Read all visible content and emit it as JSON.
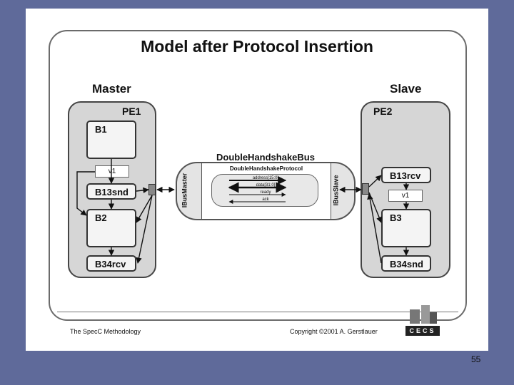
{
  "slide": {
    "title": "Model after Protocol Insertion",
    "master_label": "Master",
    "slave_label": "Slave",
    "pe1": {
      "label": "PE1",
      "blocks": [
        "B1",
        "B13snd",
        "B2",
        "B34rcv"
      ],
      "variable": "v1"
    },
    "pe2": {
      "label": "PE2",
      "blocks": [
        "B13rcv",
        "B3",
        "B34snd"
      ],
      "variable": "v1"
    },
    "bus": {
      "title": "DoubleHandshakeBus",
      "master_interface": "IBusMaster",
      "slave_interface": "IBusSlave",
      "protocol_title": "DoubleHandshakeProtocol",
      "signals": [
        "address[15:0]",
        "data[31:0]",
        "ready",
        "ack"
      ]
    },
    "footer": {
      "left": "The SpecC Methodology",
      "right": "Copyright ©2001 A. Gerstlauer",
      "logo_text": "CECS"
    }
  },
  "page_number": "55"
}
